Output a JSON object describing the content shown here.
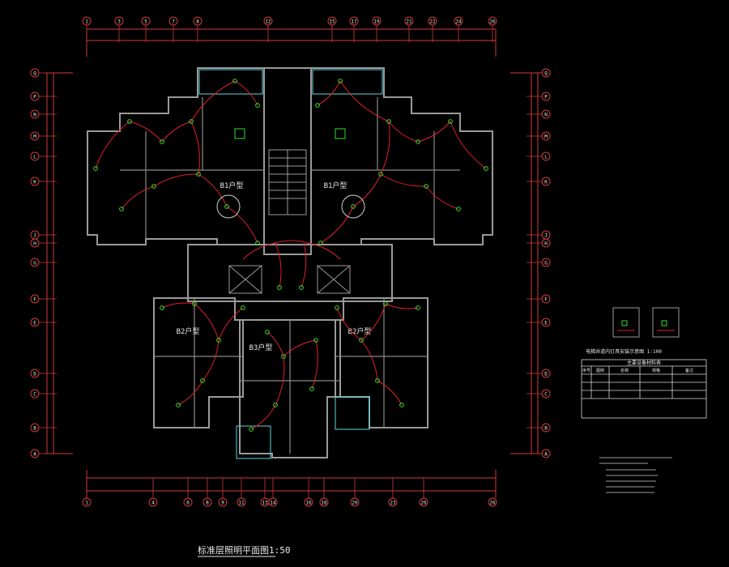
{
  "drawing": {
    "title": "标准层照明平面图1:50",
    "detail_caption": "电梯井道内灯具安装示意图 1:100"
  },
  "grid_top": [
    "1",
    "3",
    "5",
    "7",
    "8",
    "12",
    "15",
    "17",
    "19",
    "21",
    "22",
    "24",
    "26"
  ],
  "grid_bottom": [
    "1",
    "4",
    "6",
    "8",
    "9",
    "11",
    "13",
    "14",
    "16",
    "18",
    "20",
    "23",
    "26"
  ],
  "grid_left": [
    "A",
    "B",
    "C",
    "D",
    "E",
    "F",
    "G",
    "H",
    "J",
    "K",
    "L",
    "M",
    "N",
    "P",
    "Q"
  ],
  "grid_right": [
    "A",
    "B",
    "C",
    "D",
    "E",
    "F",
    "G",
    "H",
    "J",
    "K",
    "L",
    "M",
    "N",
    "P",
    "Q"
  ],
  "room_labels": [
    "B1户型",
    "B1户型",
    "B2户型",
    "B3户型",
    "B2户型"
  ],
  "legend_table": {
    "title": "主要设备材料表",
    "headers": [
      "序号",
      "图例",
      "名称",
      "规格",
      "备注"
    ]
  },
  "colors": {
    "background": "#000000",
    "walls": "#9a9a9a",
    "wiring": "#e0202a",
    "fixtures": "#2ee02e",
    "dims": "#d23a3a",
    "text": "#e8e8e8",
    "cyan_outline": "#5fd6e0"
  }
}
